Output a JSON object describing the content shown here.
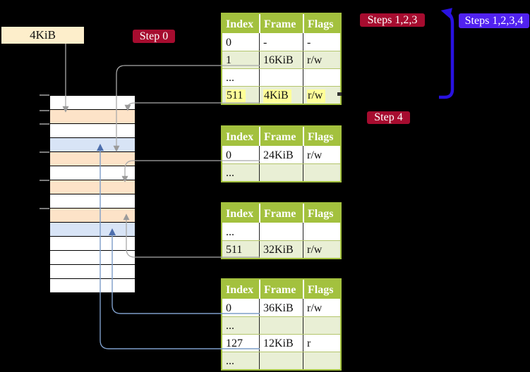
{
  "page_size_label": "4KiB",
  "badges": {
    "step0": "Step 0",
    "steps123": "Steps 1,2,3",
    "steps1234": "Steps 1,2,3,4",
    "step4": "Step 4"
  },
  "colors": {
    "table-green": "#a3c13e",
    "row-green": "#e9efd5",
    "peach": "#fde3c8",
    "lightblue": "#d8e4f6",
    "highlight": "#ffff99",
    "badge-red": "#a60c2f",
    "badge-blue": "#5122f0",
    "arrow-blue": "#2912e0",
    "line-gray": "#a9a9a9",
    "line-steel": "#7d9dc9",
    "arrow-steel": "#4d6fae",
    "label-cream": "#fdeecb"
  },
  "memory": {
    "rows": [
      "plain",
      "peach",
      "plain",
      "blue",
      "peach",
      "plain",
      "peach",
      "plain",
      "peach",
      "blue",
      "plain",
      "plain",
      "plain",
      "plain"
    ]
  },
  "tables": [
    {
      "headers": [
        "Index",
        "Frame",
        "Flags"
      ],
      "rows": [
        {
          "cells": [
            "0",
            "-",
            "-"
          ],
          "shade": false,
          "highlight": false
        },
        {
          "cells": [
            "1",
            "16KiB",
            "r/w"
          ],
          "shade": true,
          "highlight": false
        },
        {
          "cells": [
            "...",
            "",
            ""
          ],
          "shade": false,
          "highlight": false
        },
        {
          "cells": [
            "511",
            "4KiB",
            "r/w"
          ],
          "shade": true,
          "highlight": true
        }
      ]
    },
    {
      "headers": [
        "Index",
        "Frame",
        "Flags"
      ],
      "rows": [
        {
          "cells": [
            "0",
            "24KiB",
            "r/w"
          ],
          "shade": false,
          "highlight": false
        },
        {
          "cells": [
            "...",
            "",
            ""
          ],
          "shade": true,
          "highlight": false
        }
      ]
    },
    {
      "headers": [
        "Index",
        "Frame",
        "Flags"
      ],
      "rows": [
        {
          "cells": [
            "...",
            "",
            ""
          ],
          "shade": false,
          "highlight": false
        },
        {
          "cells": [
            "511",
            "32KiB",
            "r/w"
          ],
          "shade": true,
          "highlight": false
        }
      ]
    },
    {
      "headers": [
        "Index",
        "Frame",
        "Flags"
      ],
      "rows": [
        {
          "cells": [
            "0",
            "36KiB",
            "r/w"
          ],
          "shade": false,
          "highlight": false
        },
        {
          "cells": [
            "...",
            "",
            ""
          ],
          "shade": true,
          "highlight": false
        },
        {
          "cells": [
            "127",
            "12KiB",
            "r"
          ],
          "shade": false,
          "highlight": false
        },
        {
          "cells": [
            "...",
            "",
            ""
          ],
          "shade": true,
          "highlight": false
        }
      ]
    }
  ]
}
